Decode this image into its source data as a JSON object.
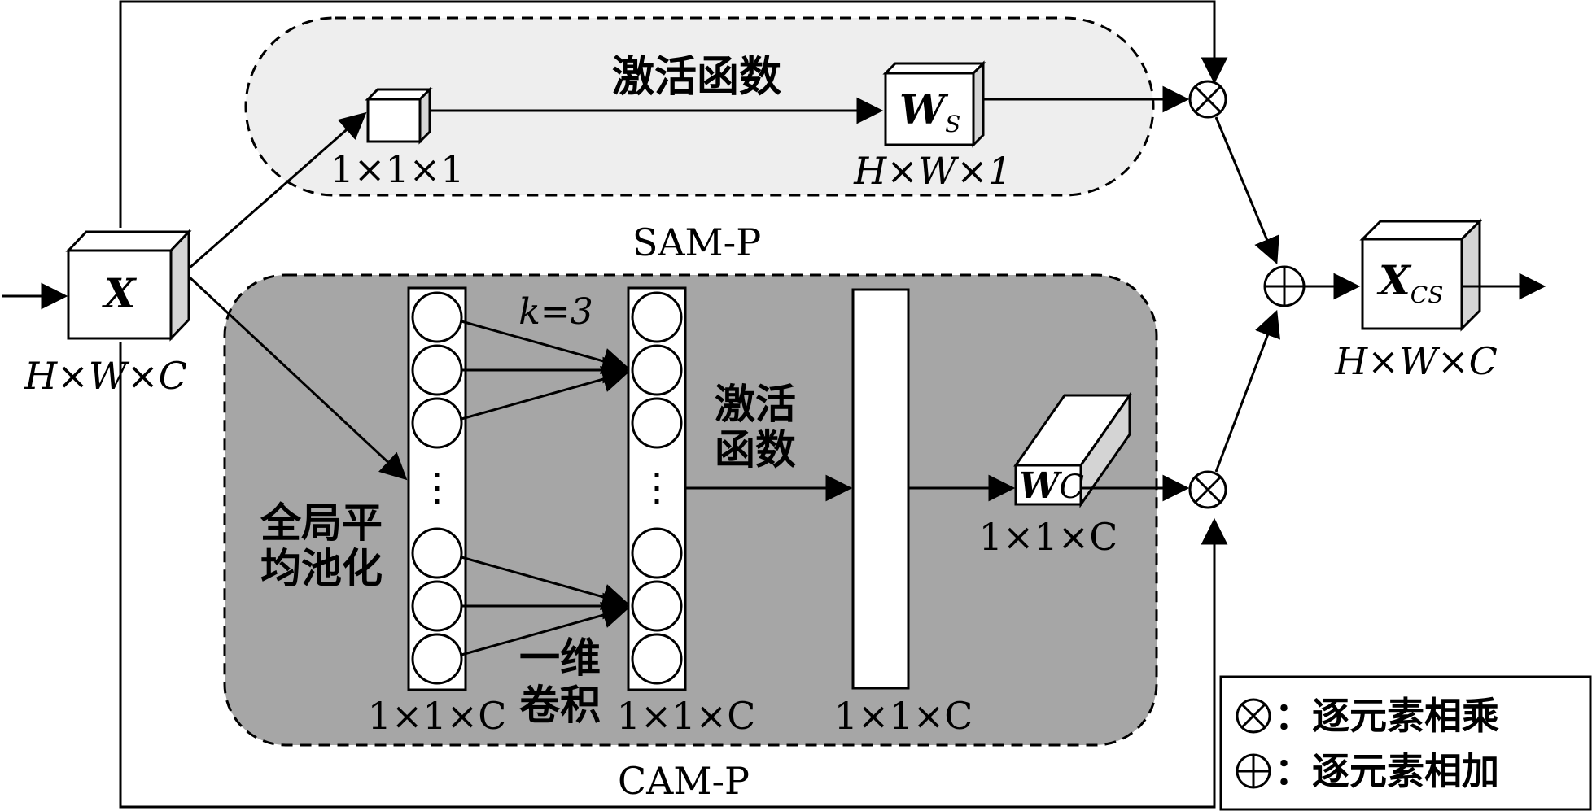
{
  "input_block": {
    "symbol": "X",
    "dims": "H×W×C"
  },
  "sam": {
    "label": "SAM-P",
    "small_cube_dims": "1×1×1",
    "activation": "激活函数",
    "weight_main": "W",
    "weight_sub": "S",
    "weight_dims": "H×W×1"
  },
  "cam": {
    "label": "CAM-P",
    "gap_line1": "全局平",
    "gap_line2": "均池化",
    "kernel": "k=3",
    "conv_line1": "一维",
    "conv_line2": "卷积",
    "activation_line1": "激活",
    "activation_line2": "函数",
    "col1_dims": "1×1×C",
    "col2_dims": "1×1×C",
    "col3_dims": "1×1×C",
    "weight_main": "W",
    "weight_sub": "C",
    "weight_dims": "1×1×C",
    "dots": "⋮"
  },
  "output_block": {
    "main": "X",
    "sub": "CS",
    "dims": "H×W×C"
  },
  "ops": {
    "multiply": "⊗",
    "add": "⊕"
  },
  "legend": {
    "multiply_symbol": "⊗",
    "multiply_text": "：逐元素相乘",
    "add_symbol": "⊕",
    "add_text": "：逐元素相加"
  }
}
